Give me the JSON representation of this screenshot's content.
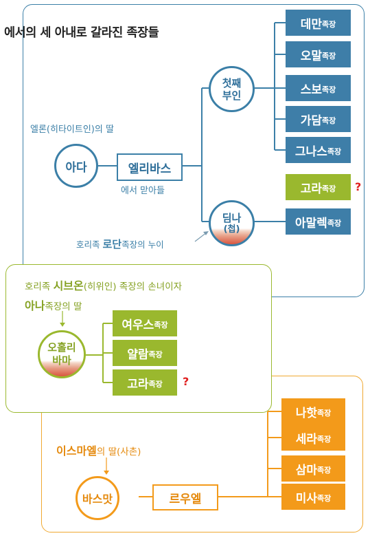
{
  "title": "에서의 세 아내로 갈라진 족장들",
  "colors": {
    "blue": "#3e7ea8",
    "green": "#9ab82e",
    "orange": "#f39a1a",
    "question": "#e02020"
  },
  "blue_group": {
    "note_top": "엘론(히타이트인)의 딸",
    "person": "아다",
    "husband": "엘리바스",
    "husband_note": "에서 맏아들",
    "wife1": [
      "첫째",
      "부인"
    ],
    "wife2": [
      "딤나",
      "(첩)"
    ],
    "wife2_note_prefix": "호리족 ",
    "wife2_note_name": "로단",
    "wife2_note_suffix": "족장의 누이",
    "chiefs": [
      {
        "name": "데만",
        "suffix": "족장"
      },
      {
        "name": "오말",
        "suffix": "족장"
      },
      {
        "name": "스보",
        "suffix": "족장"
      },
      {
        "name": "가담",
        "suffix": "족장"
      },
      {
        "name": "그나스",
        "suffix": "족장"
      }
    ],
    "uncertain_chief": {
      "name": "고라",
      "suffix": "족장",
      "mark": "?"
    },
    "wife2_chief": {
      "name": "아말렉",
      "suffix": "족장"
    }
  },
  "green_group": {
    "note_line1_prefix": "호리족 ",
    "note_line1_name": "시브온",
    "note_line1_suffix": "(히위인) 족장의 손녀이자",
    "note_line2_name": "아나",
    "note_line2_suffix": "족장의 딸",
    "person": [
      "오홀리",
      "바마"
    ],
    "chiefs": [
      {
        "name": "여우스",
        "suffix": "족장"
      },
      {
        "name": "얄람",
        "suffix": "족장"
      },
      {
        "name": "고라",
        "suffix": "족장"
      }
    ],
    "question_mark": "?"
  },
  "orange_group": {
    "note_name": "이스마엘",
    "note_suffix": "의 딸(사촌)",
    "person": "바스맛",
    "husband": "르우엘",
    "chiefs": [
      {
        "name": "나핫",
        "suffix": "족장"
      },
      {
        "name": "세라",
        "suffix": "족장"
      },
      {
        "name": "삼마",
        "suffix": "족장"
      },
      {
        "name": "미사",
        "suffix": "족장"
      }
    ]
  }
}
